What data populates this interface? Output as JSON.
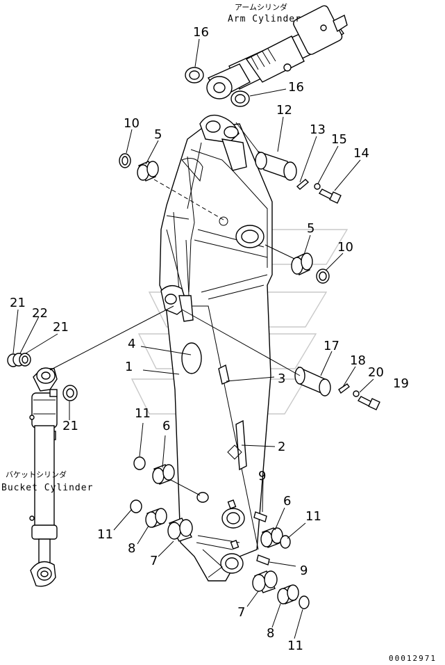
{
  "labels": {
    "arm_cylinder_jp": "アームシリンダ",
    "arm_cylinder_en": "Arm Cylinder",
    "bucket_cylinder_jp": "バケットシリンダ",
    "bucket_cylinder_en": "Bucket Cylinder",
    "doc_number": "00012971"
  },
  "callouts": [
    {
      "id": "c16a",
      "text": "16"
    },
    {
      "id": "c16b",
      "text": "16"
    },
    {
      "id": "c12",
      "text": "12"
    },
    {
      "id": "c10a",
      "text": "10"
    },
    {
      "id": "c5a",
      "text": "5"
    },
    {
      "id": "c13",
      "text": "13"
    },
    {
      "id": "c15",
      "text": "15"
    },
    {
      "id": "c14",
      "text": "14"
    },
    {
      "id": "c5b",
      "text": "5"
    },
    {
      "id": "c10b",
      "text": "10"
    },
    {
      "id": "c21a",
      "text": "21"
    },
    {
      "id": "c22",
      "text": "22"
    },
    {
      "id": "c21b",
      "text": "21"
    },
    {
      "id": "c4",
      "text": "4"
    },
    {
      "id": "c17",
      "text": "17"
    },
    {
      "id": "c1",
      "text": "1"
    },
    {
      "id": "c18",
      "text": "18"
    },
    {
      "id": "c3",
      "text": "3"
    },
    {
      "id": "c20",
      "text": "20"
    },
    {
      "id": "c19",
      "text": "19"
    },
    {
      "id": "c21c",
      "text": "21"
    },
    {
      "id": "c11a",
      "text": "11"
    },
    {
      "id": "c6a",
      "text": "6"
    },
    {
      "id": "c2",
      "text": "2"
    },
    {
      "id": "c9a",
      "text": "9"
    },
    {
      "id": "c6b",
      "text": "6"
    },
    {
      "id": "c11b",
      "text": "11"
    },
    {
      "id": "c11c",
      "text": "11"
    },
    {
      "id": "c8a",
      "text": "8"
    },
    {
      "id": "c7a",
      "text": "7"
    },
    {
      "id": "c9b",
      "text": "9"
    },
    {
      "id": "c7b",
      "text": "7"
    },
    {
      "id": "c8b",
      "text": "8"
    },
    {
      "id": "c11d",
      "text": "11"
    }
  ]
}
